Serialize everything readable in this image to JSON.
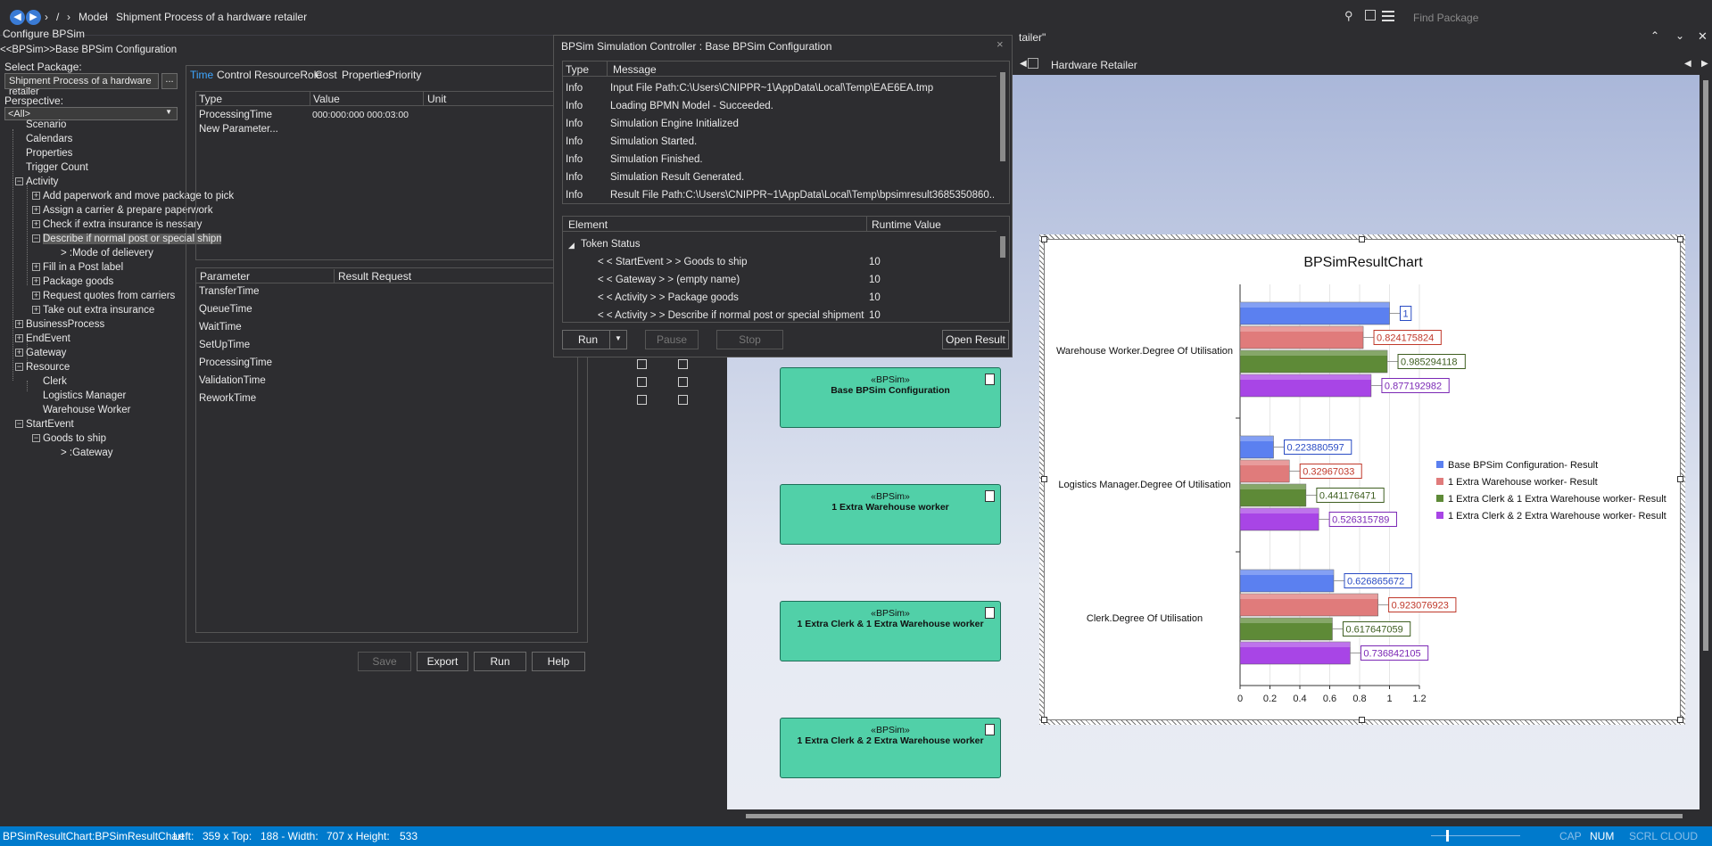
{
  "topbar": {
    "crumbs": [
      "/",
      "Model",
      "Shipment Process of a hardware retailer"
    ],
    "find_placeholder": "Find Package"
  },
  "left": {
    "title": "Configure BPSim",
    "subtitle": "<<BPSim>>Base BPSim Configuration",
    "select_package_label": "Select Package:",
    "package_value": "Shipment Process of a hardware retailer",
    "browse_label": "...",
    "perspective_label": "Perspective:",
    "perspective_value": "<All>",
    "tree": [
      "Scenario",
      "Calendars",
      "Properties",
      "Trigger Count",
      "Activity",
      "Add paperwork and move package to pick",
      "Assign a carrier & prepare paperwork",
      "Check if extra insurance is nessary",
      "Describe if normal post or special shipmen",
      ">  :Mode of delievery",
      "Fill in a Post label",
      "Package goods",
      "Request quotes from carriers",
      "Take out extra insurance",
      "BusinessProcess",
      "EndEvent",
      "Gateway",
      "Resource",
      "Clerk",
      "Logistics Manager",
      "Warehouse Worker",
      "StartEvent",
      "Goods to ship",
      ">  :Gateway"
    ]
  },
  "center": {
    "tabs": [
      "Time",
      "Control",
      "ResourceRole",
      "Cost",
      "Properties",
      "Priority"
    ],
    "grid_headers": [
      "Type",
      "Value",
      "Unit"
    ],
    "grid_row": {
      "type": "ProcessingTime",
      "value": "000:000:000 000:03:00"
    },
    "new_param": "New Parameter...",
    "param_headers": [
      "Parameter",
      "Result Request"
    ],
    "params": [
      "TransferTime",
      "QueueTime",
      "WaitTime",
      "SetUpTime",
      "ProcessingTime",
      "ValidationTime",
      "ReworkTime"
    ],
    "buttons": {
      "save": "Save",
      "export": "Export",
      "run": "Run",
      "help": "Help"
    }
  },
  "dialog": {
    "title": "BPSim Simulation Controller : Base BPSim Configuration",
    "close": "×",
    "log_headers": [
      "Type",
      "Message"
    ],
    "log": [
      [
        "Info",
        "Input File Path:C:\\Users\\CNIPPR~1\\AppData\\Local\\Temp\\EAE6EA.tmp"
      ],
      [
        "Info",
        "Loading BPMN Model - Succeeded."
      ],
      [
        "Info",
        "Simulation Engine Initialized"
      ],
      [
        "Info",
        "Simulation Started."
      ],
      [
        "Info",
        "Simulation Finished."
      ],
      [
        "Info",
        "Simulation Result Generated."
      ],
      [
        "Info",
        "Result File Path:C:\\Users\\CNIPPR~1\\AppData\\Local\\Temp\\bpsimresult3685350860..."
      ]
    ],
    "token_headers": [
      "Element",
      "Runtime Value"
    ],
    "token_group": "Token Status",
    "tokens": [
      [
        "< < StartEvent > > Goods to ship",
        "10"
      ],
      [
        "< < Gateway > > (empty name)",
        "10"
      ],
      [
        "< < Activity > > Package goods",
        "10"
      ],
      [
        "< < Activity > > Describe if normal post or special shipment",
        "10"
      ]
    ],
    "buttons": {
      "run": "Run",
      "pause": "Pause",
      "stop": "Stop",
      "open": "Open Result"
    }
  },
  "diagram": {
    "tab_partial": "tailer\"",
    "tab_title": "Hardware Retailer",
    "configs": [
      {
        "stereo": "«BPSim»",
        "name": "Base BPSim Configuration"
      },
      {
        "stereo": "«BPSim»",
        "name": "1 Extra Warehouse worker"
      },
      {
        "stereo": "«BPSim»",
        "name": "1 Extra Clerk & 1 Extra Warehouse worker"
      },
      {
        "stereo": "«BPSim»",
        "name": "1 Extra Clerk & 2 Extra Warehouse worker"
      }
    ]
  },
  "chart_data": {
    "type": "bar",
    "orientation": "horizontal",
    "title": "BPSimResultChart",
    "categories": [
      "Warehouse Worker.Degree Of Utilisation",
      "Logistics Manager.Degree Of Utilisation",
      "Clerk.Degree Of Utilisation"
    ],
    "series": [
      {
        "name": "Base BPSim Configuration- Result",
        "color": "#5b80f0",
        "labelColor": "#2a4cc4",
        "values": [
          1,
          0.223880597,
          0.626865672
        ],
        "labels": [
          "1",
          "0.223880597",
          "0.626865672"
        ]
      },
      {
        "name": "1 Extra Warehouse worker- Result",
        "color": "#e07b7b",
        "labelColor": "#c0392b",
        "values": [
          0.824175824,
          0.32967033,
          0.923076923
        ],
        "labels": [
          "0.824175824",
          "0.32967033",
          "0.923076923"
        ]
      },
      {
        "name": "1 Extra Clerk & 1 Extra Warehouse worker- Result",
        "color": "#5e8a37",
        "labelColor": "#3e5e20",
        "values": [
          0.985294118,
          0.441176471,
          0.617647059
        ],
        "labels": [
          "0.985294118",
          "0.441176471",
          "0.617647059"
        ]
      },
      {
        "name": "1 Extra Clerk & 2 Extra Warehouse worker- Result",
        "color": "#a845e6",
        "labelColor": "#7b28b5",
        "values": [
          0.877192982,
          0.526315789,
          0.736842105
        ],
        "labels": [
          "0.877192982",
          "0.526315789",
          "0.736842105"
        ]
      }
    ],
    "xlim": [
      0,
      1.2
    ],
    "xticks": [
      "0",
      "0.2",
      "0.4",
      "0.6",
      "0.8",
      "1",
      "1.2"
    ],
    "grid": true,
    "legend_position": "right"
  },
  "status": {
    "element": "BPSimResultChart:BPSimResultChart",
    "left": "Left:",
    "left_val": "359 x Top:",
    "top_val": "188 - Width:",
    "width_val": "707 x Height:",
    "height_val": "533",
    "caps": "CAP",
    "num": "NUM",
    "scrl": "SCRL",
    "cloud": "CLOUD"
  }
}
